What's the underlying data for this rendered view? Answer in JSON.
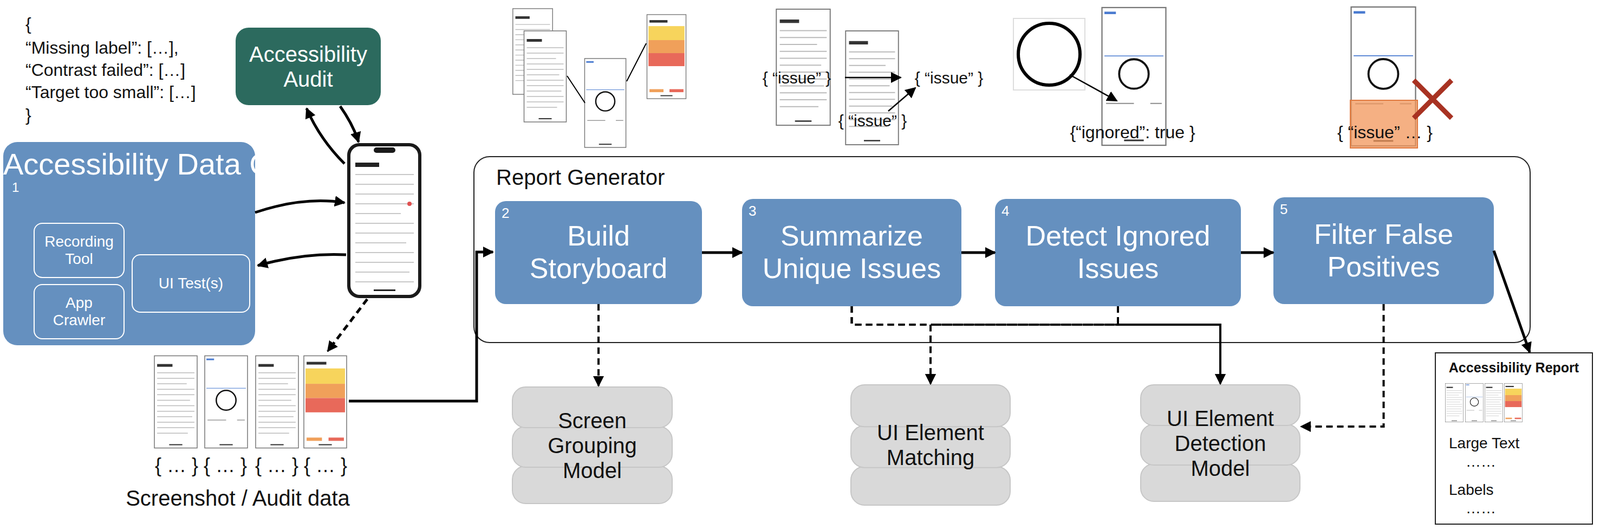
{
  "diagram": {
    "nodes": [
      {
        "text": [
          "1",
          "Accessibility Data Collector"
        ]
      },
      {
        "text": [
          "Recording Tool"
        ],
        "in": 0
      },
      {
        "text": [
          "App Crawler"
        ],
        "in": 0
      },
      {
        "text": [
          "UI Test(s)"
        ],
        "in": 0
      },
      {
        "text": [
          "Accessibility Audit"
        ]
      },
      {
        "text": [
          "Report Generator"
        ]
      },
      {
        "text": [
          "2",
          "Build Storyboard"
        ],
        "in": 5
      },
      {
        "text": [
          "3",
          "Summarize Unique Issues"
        ],
        "in": 5
      },
      {
        "text": [
          "4",
          "Detect Ignored Issues"
        ],
        "in": 5
      },
      {
        "text": [
          "5",
          "Filter False Positives"
        ],
        "in": 5
      },
      {
        "text": [
          "Screen Grouping Model"
        ]
      },
      {
        "text": [
          "UI Element Matching"
        ]
      },
      {
        "text": [
          "UI Element Detection Model"
        ]
      },
      {
        "text": [
          "Accessibility Report",
          "Large Text",
          "……",
          "Labels",
          "……"
        ]
      }
    ],
    "edges": [
      {
        "from": 6,
        "to": 7,
        "arrow": "to"
      },
      {
        "from": 7,
        "to": 8,
        "arrow": "to"
      },
      {
        "from": 8,
        "to": 9,
        "arrow": "to"
      },
      {
        "from": 9,
        "to": 13,
        "arrow": "to"
      },
      {
        "from": 6,
        "to": 10,
        "arrow": "to"
      },
      {
        "from": 7,
        "to": 11,
        "arrow": "to"
      },
      {
        "from": 7,
        "to": 12,
        "arrow": "to"
      },
      {
        "from": 8,
        "to": 11,
        "arrow": "to"
      },
      {
        "from": 8,
        "to": 12,
        "arrow": "to"
      },
      {
        "from": 9,
        "to": 12,
        "arrow": "to"
      }
    ],
    "labels": [
      "{",
      "“Missing label”: […],",
      "“Contrast failed”: […]",
      "“Target too small”: […]",
      "}",
      "{ … }",
      "{ … }",
      "{ … }",
      "{ … }",
      "Screenshot / Audit data",
      "{ “issue” }",
      "{ “issue” }",
      "{ “issue” }",
      "{“ignored”: true }",
      "{ “issue” … }"
    ]
  }
}
